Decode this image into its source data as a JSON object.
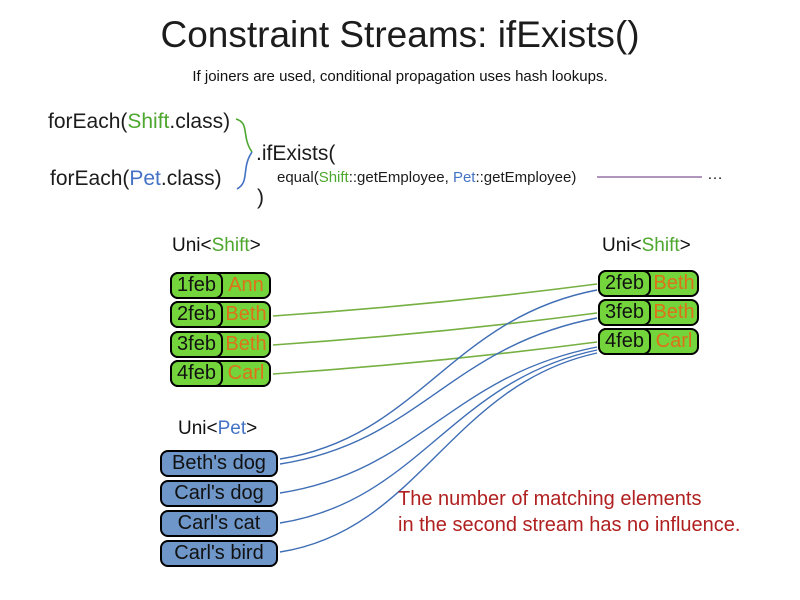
{
  "title": "Constraint Streams: ifExists()",
  "subtitle": "If joiners are used, conditional propagation uses hash lookups.",
  "code": {
    "foreach_shift": {
      "prefix": "forEach(",
      "class_name": "Shift",
      "suffix": ".class)"
    },
    "foreach_pet": {
      "prefix": "forEach(",
      "class_name": "Pet",
      "suffix": ".class)"
    },
    "if_exists": ".ifExists(",
    "equal_joiner": {
      "prefix": "equal(",
      "left_class": "Shift",
      "mid": "::getEmployee, ",
      "right_class": "Pet",
      "suffix": "::getEmployee)"
    },
    "close_paren": ")",
    "ellipsis": "…"
  },
  "left_shift_table": {
    "header": {
      "prefix": "Uni<",
      "type": "Shift",
      "suffix": ">"
    },
    "rows": [
      {
        "date": "1feb",
        "name": "Ann"
      },
      {
        "date": "2feb",
        "name": "Beth"
      },
      {
        "date": "3feb",
        "name": "Beth"
      },
      {
        "date": "4feb",
        "name": "Carl"
      }
    ]
  },
  "right_shift_table": {
    "header": {
      "prefix": "Uni<",
      "type": "Shift",
      "suffix": ">"
    },
    "rows": [
      {
        "date": "2feb",
        "name": "Beth"
      },
      {
        "date": "3feb",
        "name": "Beth"
      },
      {
        "date": "4feb",
        "name": "Carl"
      }
    ]
  },
  "pet_table": {
    "header": {
      "prefix": "Uni<",
      "type": "Pet",
      "suffix": ">"
    },
    "rows": [
      {
        "name": "Beth's dog"
      },
      {
        "name": "Carl's dog"
      },
      {
        "name": "Carl's cat"
      },
      {
        "name": "Carl's bird"
      }
    ]
  },
  "note": {
    "line1": "The number of matching elements",
    "line2": "in the second stream has no influence."
  },
  "connections": {
    "shift_to_shift": [
      {
        "from": "2feb Beth",
        "to": "2feb Beth"
      },
      {
        "from": "3feb Beth",
        "to": "3feb Beth"
      },
      {
        "from": "4feb Carl",
        "to": "4feb Carl"
      }
    ],
    "pet_to_shift": [
      {
        "from": "Beth's dog",
        "to": "2feb Beth"
      },
      {
        "from": "Beth's dog",
        "to": "3feb Beth"
      },
      {
        "from": "Carl's dog",
        "to": "4feb Carl"
      },
      {
        "from": "Carl's cat",
        "to": "4feb Carl"
      },
      {
        "from": "Carl's bird",
        "to": "4feb Carl"
      }
    ]
  },
  "colors": {
    "shift_box_green": "#74d43c",
    "pet_box_blue": "#6e96c8",
    "employee_orange": "#dd7217",
    "shift_class_green": "#4ea72e",
    "pet_class_blue": "#4472c4",
    "connector_green": "#76b043",
    "connector_blue": "#3f6eb5",
    "joiner_line_purple": "#9673a6",
    "note_red": "#b02020"
  }
}
